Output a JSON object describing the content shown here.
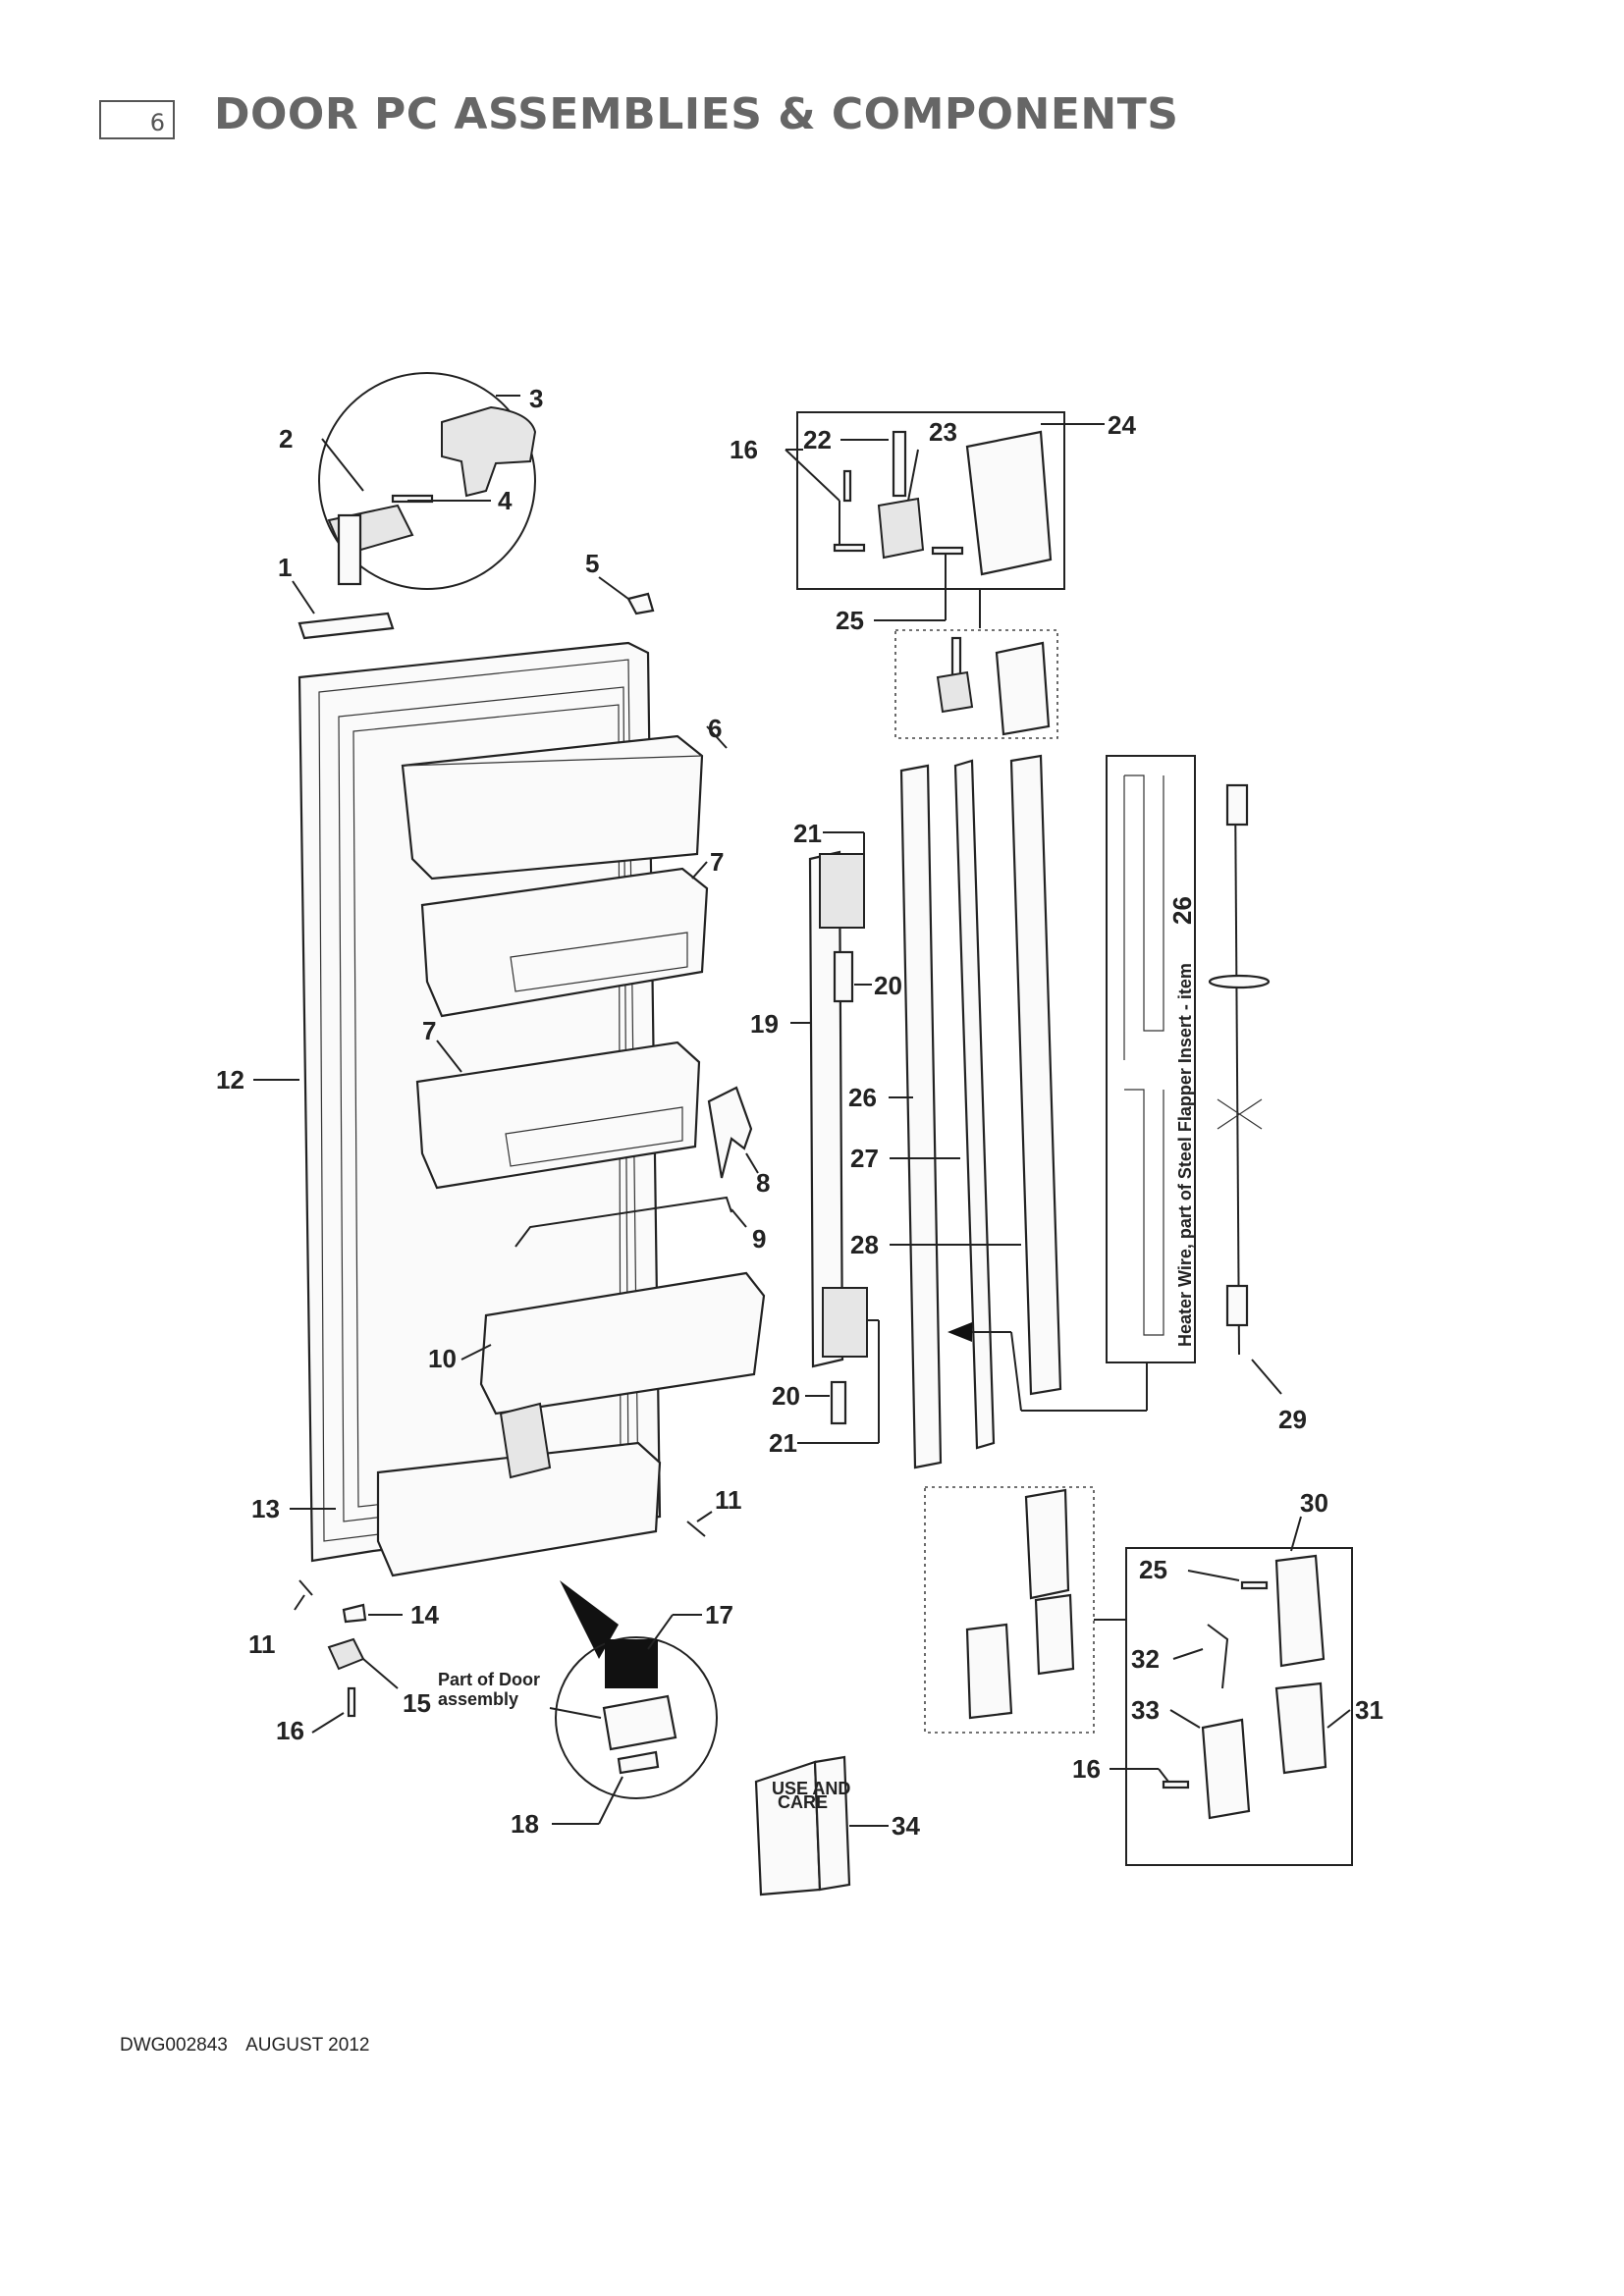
{
  "header": {
    "page_number": "6",
    "title": "DOOR PC ASSEMBLIES & COMPONENTS"
  },
  "diagram": {
    "callouts": {
      "c1": "1",
      "c2": "2",
      "c3": "3",
      "c4": "4",
      "c5": "5",
      "c6": "6",
      "c7a": "7",
      "c7b": "7",
      "c8": "8",
      "c9": "9",
      "c10": "10",
      "c11a": "11",
      "c11b": "11",
      "c12": "12",
      "c13": "13",
      "c14": "14",
      "c15": "15",
      "c16a": "16",
      "c16b": "16",
      "c16c": "16",
      "c17": "17",
      "c18": "18",
      "c19": "19",
      "c20a": "20",
      "c20b": "20",
      "c21a": "21",
      "c21b": "21",
      "c22": "22",
      "c23": "23",
      "c24": "24",
      "c25a": "25",
      "c25b": "25",
      "c26": "26",
      "c27": "27",
      "c28": "28",
      "c29": "29",
      "c30": "30",
      "c31": "31",
      "c32": "32",
      "c33": "33",
      "c34": "34"
    },
    "note_part_of_door_line1": "Part of Door",
    "note_part_of_door_line2": "assembly",
    "heater_wire_note": "Heater Wire, part of Steel Flapper Insert - item",
    "heater_wire_item": "26",
    "manual_cover_line1": "USE AND",
    "manual_cover_line2": "CARE"
  },
  "footer": {
    "drawing_number": "DWG002843",
    "date": "AUGUST 2012"
  }
}
